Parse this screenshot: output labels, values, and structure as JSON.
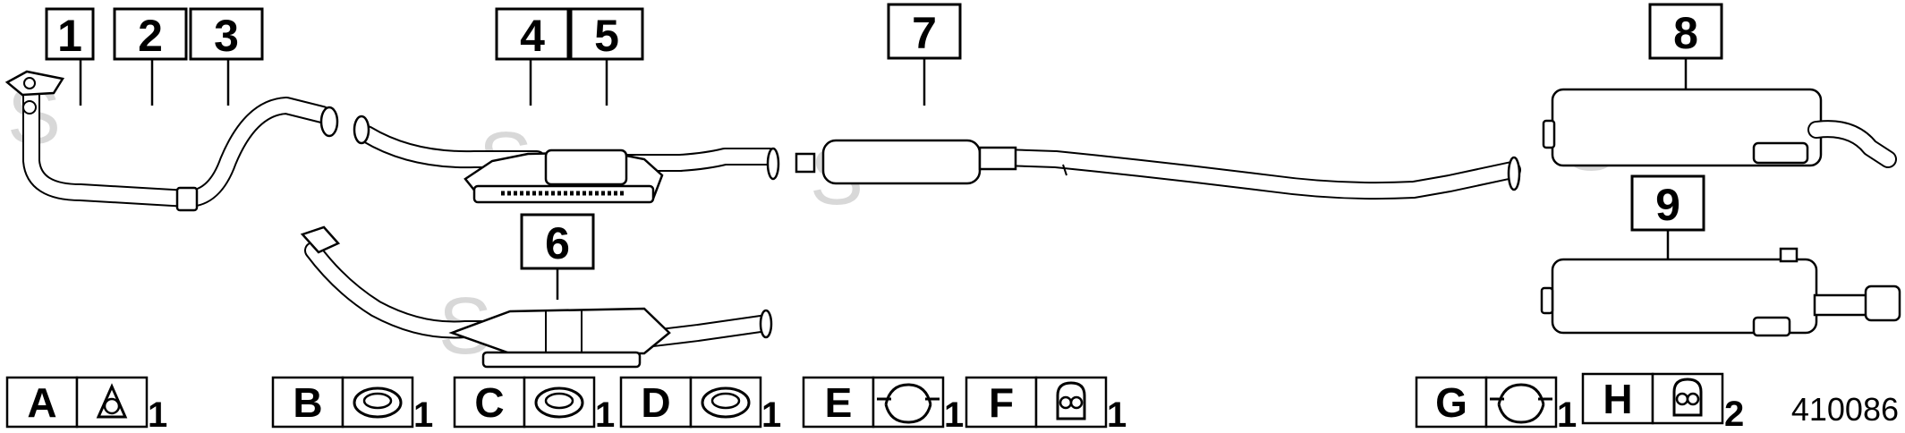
{
  "callouts": [
    "1",
    "2",
    "3",
    "4",
    "5",
    "6",
    "7",
    "8",
    "9"
  ],
  "keys": [
    {
      "letter": "A",
      "qty": "1",
      "icon": "triangular-gasket-icon"
    },
    {
      "letter": "B",
      "qty": "1",
      "icon": "ring-gasket-icon"
    },
    {
      "letter": "C",
      "qty": "1",
      "icon": "ring-gasket-icon"
    },
    {
      "letter": "D",
      "qty": "1",
      "icon": "ring-gasket-icon"
    },
    {
      "letter": "E",
      "qty": "1",
      "icon": "pipe-clamp-icon"
    },
    {
      "letter": "F",
      "qty": "1",
      "icon": "rubber-hanger-icon"
    },
    {
      "letter": "G",
      "qty": "1",
      "icon": "pipe-clamp-icon"
    },
    {
      "letter": "H",
      "qty": "2",
      "icon": "rubber-hanger-icon"
    }
  ],
  "reference_number": "410086",
  "watermark": "S"
}
